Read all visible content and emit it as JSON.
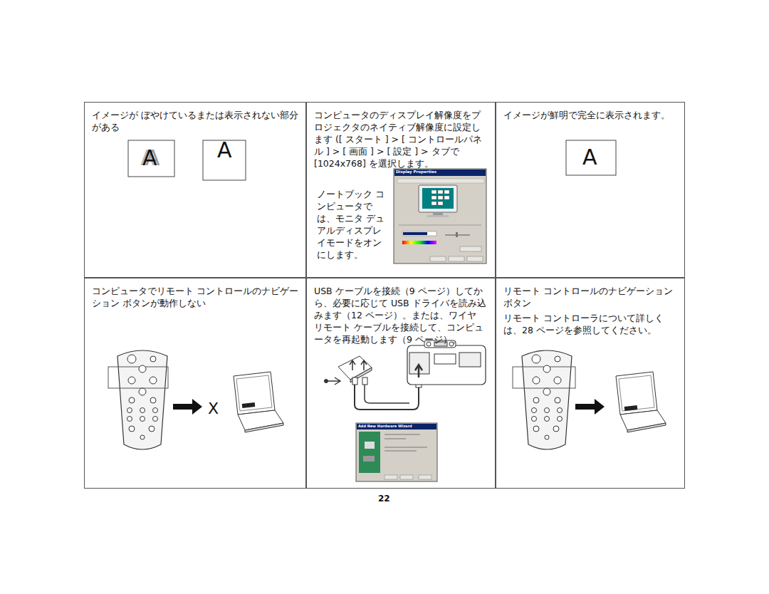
{
  "diagram": {
    "nodes": [
      {
        "text": [
          "イメージが ぼやけているまたは表示されない部分がある"
        ]
      },
      {
        "text": [
          "コンピュータのディスプレイ解像度をプロジェクタのネイティブ解像度に設定します ([ スタート ] > [ コントロールパネル ] > [ 画面 ] > [ 設定 ] > タブで [1024x768] を選択します。",
          "ノートブック コンピュータでは、モニタ デュアルディスプレイモードをオンにします。"
        ]
      },
      {
        "text": [
          "イメージが鮮明で完全に表示されます。"
        ]
      },
      {
        "text": [
          "コンピュータでリモート コントロールのナビゲーション ボタンが動作しない"
        ]
      },
      {
        "text": [
          "USB ケーブルを接続（9 ページ）してから、必要に応じて USB ドライバを読み込みます（12 ページ）。または、ワイヤ リモート ケーブルを接続して、コンピュータを再起動します（9 ページ）。"
        ]
      },
      {
        "text": [
          "リモート コントロールのナビゲーション ボタン",
          "リモート コントローラについて詳しくは、28 ページを参照してください。"
        ]
      }
    ],
    "labels": [
      "A",
      "A",
      "A",
      "X",
      "Display Properties",
      "Add New Hardware Wizard",
      "22"
    ]
  }
}
